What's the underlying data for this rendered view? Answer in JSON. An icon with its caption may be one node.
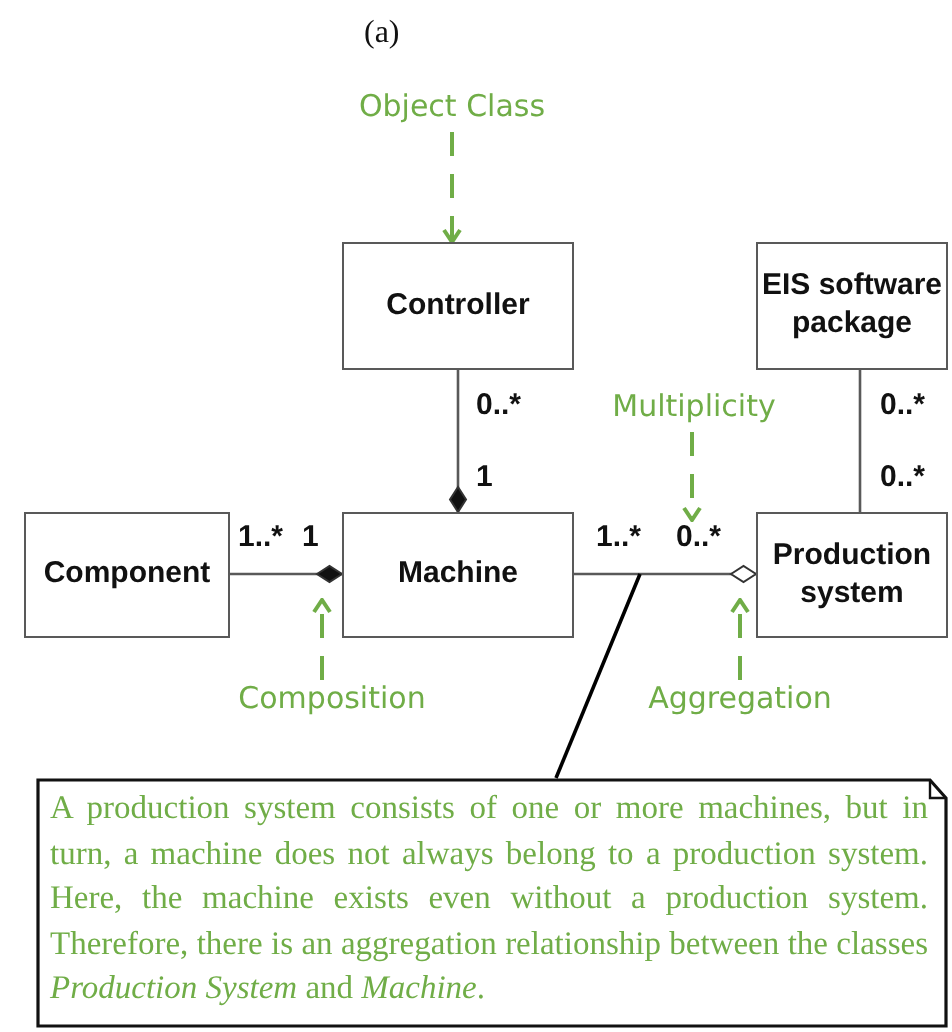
{
  "diagram": {
    "nodes": [
      {
        "text": [
          "Object Class"
        ]
      },
      {
        "text": [
          "Controller"
        ]
      },
      {
        "text": [
          "EIS software package"
        ]
      },
      {
        "text": [
          "Multiplicity"
        ]
      },
      {
        "text": [
          "Component"
        ]
      },
      {
        "text": [
          "Machine"
        ]
      },
      {
        "text": [
          "Production system"
        ]
      },
      {
        "text": [
          "Composition"
        ]
      },
      {
        "text": [
          "Aggregation"
        ]
      },
      {
        "text": [
          "0..*"
        ]
      },
      {
        "text": [
          "A production system consists of one or more machines, but in turn, a machine does not always belong to a production system. Here, the machine exists even without a production system. Therefore, there is an aggregation relationship between the classes *Production System* and *Machine*."
        ]
      }
    ],
    "edges": [
      {
        "from": 0,
        "to": 1,
        "arrow": "to",
        "style": "dashed",
        "color": "#70ad47"
      },
      {
        "from": 1,
        "to": 5,
        "arrow": "other"
      },
      {
        "from": 4,
        "to": 5,
        "arrow": "other"
      },
      {
        "from": 5,
        "to": 6,
        "arrow": "other"
      },
      {
        "from": 2,
        "to": 6,
        "arrow": "none"
      },
      {
        "from": 3,
        "to": 9,
        "arrow": "to",
        "style": "dashed",
        "color": "#70ad47"
      },
      {
        "from": 7,
        "to": 5,
        "arrow": "to",
        "style": "dashed",
        "color": "#70ad47"
      },
      {
        "from": 8,
        "to": 6,
        "arrow": "to",
        "style": "dashed",
        "color": "#70ad47"
      },
      {
        "from": 10,
        "to": null,
        "arrow": "none",
        "color": "#000000"
      }
    ],
    "labels": [
      "(a)",
      "0..*",
      "0..*",
      "1",
      "0..*",
      "1..*",
      "1",
      "1..*"
    ]
  }
}
